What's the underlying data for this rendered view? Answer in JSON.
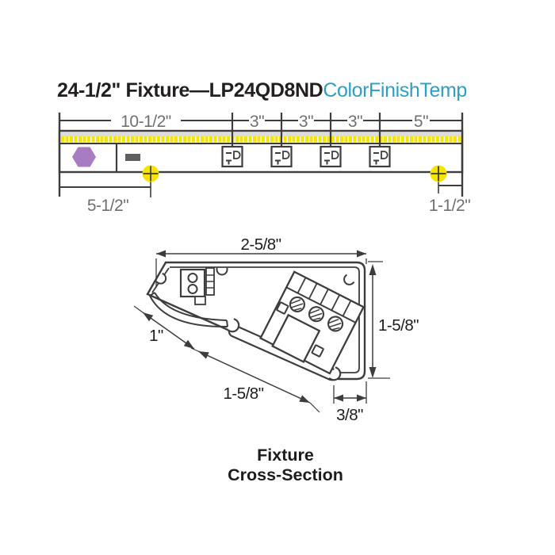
{
  "title": {
    "model": "24-1/2\" Fixture—LP24QD8ND",
    "suffix": "ColorFinishTemp",
    "suffix_color": "#2b9fc6"
  },
  "top_view": {
    "dims_top": [
      "10-1/2\"",
      "3\"",
      "3\"",
      "3\"",
      "5\""
    ],
    "dim_bottom_left": "5-1/2\"",
    "dim_bottom_right": "1-1/2\"",
    "receptacle_count": 4,
    "icons": [
      "hex-endcap-icon",
      "receptacle-icon",
      "mounting-hole-icon",
      "led-strip"
    ],
    "colors": {
      "led_strip_yellow": "#f6e300",
      "mounting_hole_yellow": "#f6e300",
      "endcap_purple": "#a77cc2",
      "strip_gray": "#dcdcdc",
      "line_dark": "#3d3d3d",
      "dim_text_gray": "#6f6f6f"
    }
  },
  "cross_section": {
    "dim_width": "2-5/8\"",
    "dim_height": "1-5/8\"",
    "dim_lens": "1\"",
    "dim_face": "1-5/8\"",
    "dim_lip": "3/8\"",
    "caption_line1": "Fixture",
    "caption_line2": "Cross-Section"
  }
}
